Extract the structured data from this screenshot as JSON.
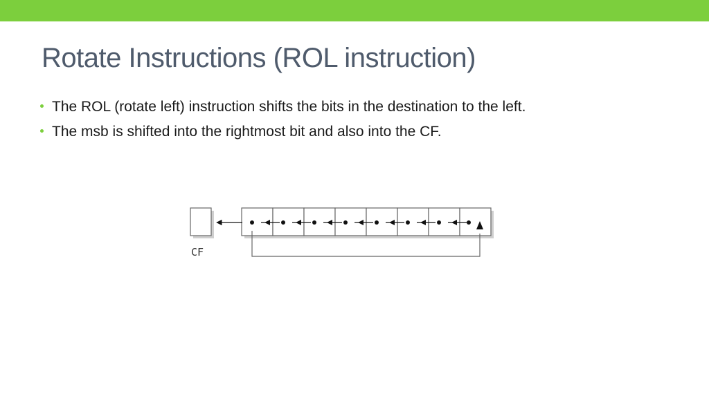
{
  "slide": {
    "title": "Rotate Instructions (ROL instruction)",
    "bullets": [
      "The ROL (rotate left) instruction shifts the bits in the destination to the left.",
      "The msb is shifted into the rightmost bit and also into the CF."
    ]
  },
  "diagram": {
    "cf_label": "CF",
    "bit_count": 8
  },
  "colors": {
    "accent": "#7ccf3d",
    "title": "#4f5b6c"
  }
}
